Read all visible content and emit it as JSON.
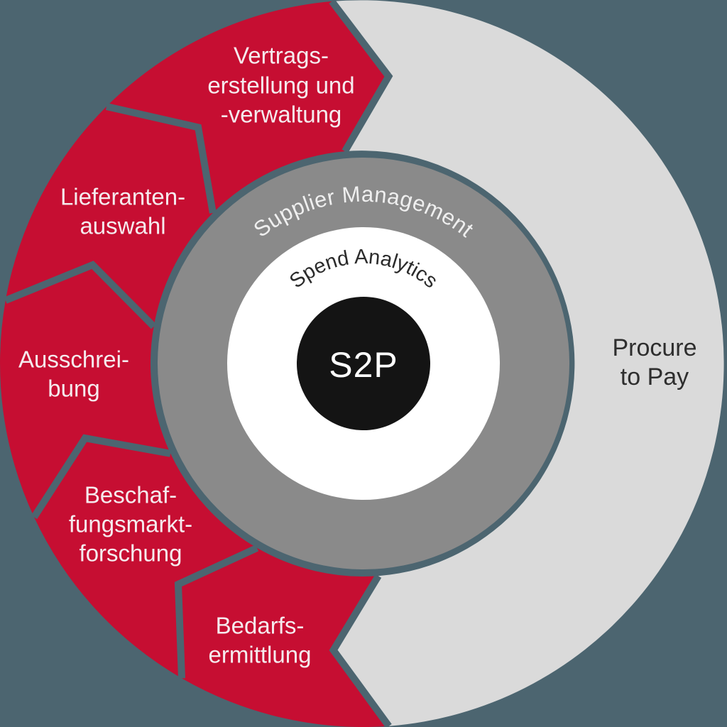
{
  "diagram": {
    "center_label": "S2P",
    "inner_ring_label": "Spend Analytics",
    "middle_ring_label": "Supplier Management",
    "outer_ring_right": {
      "lines": [
        "Procure",
        "to Pay"
      ]
    },
    "process_steps": [
      {
        "name": "bedarfsermittlung",
        "lines": [
          "Bedarfs-",
          "ermittlung"
        ]
      },
      {
        "name": "beschaffungsmarktforschung",
        "lines": [
          "Beschaf-",
          "fungsmarkt-",
          "forschung"
        ]
      },
      {
        "name": "ausschreibung",
        "lines": [
          "Ausschrei-",
          "bung"
        ]
      },
      {
        "name": "lieferantenauswahl",
        "lines": [
          "Lieferanten-",
          "auswahl"
        ]
      },
      {
        "name": "vertragserstellung_und_verwaltung",
        "lines": [
          "Vertrags-",
          "erstellung und",
          "-verwaltung"
        ]
      }
    ],
    "colors": {
      "background": "#4C6570",
      "segment_red": "#C60E32",
      "procure_gray": "#DADADA",
      "ring_gray": "#8A8A8A",
      "ring_white": "#FFFFFF",
      "center_black": "#141414",
      "label_on_red": "#F5EBEE",
      "label_dark": "#2E2E2E"
    }
  }
}
